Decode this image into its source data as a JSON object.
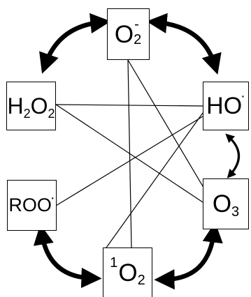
{
  "nodes": {
    "superoxide": {
      "main": "O",
      "sub": "2",
      "sup": "-"
    },
    "hydroxyl": {
      "main": "HO",
      "sup": "·"
    },
    "ozone": {
      "main": "O",
      "sub": "3"
    },
    "singlet_oxygen": {
      "pre_sup": "1",
      "main": "O",
      "sub": "2"
    },
    "peroxyl": {
      "main": "ROO",
      "sup": "·"
    },
    "hydrogen_peroxide": {
      "h": "H",
      "h_sub": "2",
      "o": "O",
      "o_sub": "2"
    }
  },
  "colors": {
    "stroke": "#000000",
    "background": "#ffffff"
  }
}
